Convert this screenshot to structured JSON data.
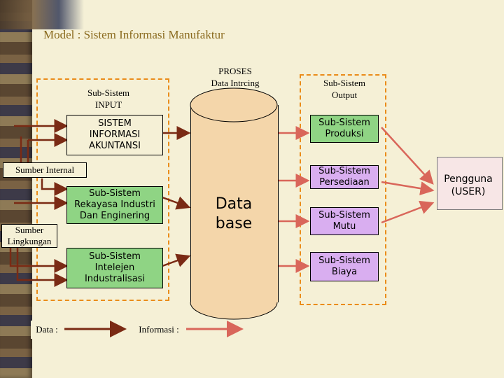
{
  "title": "Model : Sistem Informasi Manufaktur",
  "input_label": "Sub-Sistem\nINPUT",
  "process_label": "PROSES\nData Intrcing",
  "output_label": "Sub-Sistem\nOutput",
  "sia": "SISTEM\nINFORMASI\nAKUNTANSI",
  "sumber_internal": "Sumber Internal",
  "rekayasa": "Sub-Sistem\nRekayasa Industri\nDan Enginering",
  "sumber_lingkungan": "Sumber\nLingkungan",
  "intelejen": "Sub-Sistem\nIntelejen\nIndustralisasi",
  "database": "Data\nbase",
  "produksi": "Sub-Sistem\nProduksi",
  "persediaan": "Sub-Sistem\nPersediaan",
  "mutu": "Sub-Sistem\nMutu",
  "biaya": "Sub-Sistem\nBiaya",
  "user": "Pengguna\n(USER)",
  "legend_data": "Data :",
  "legend_info": "Informasi :",
  "colors": {
    "data_arrow": "#7a2a14",
    "info_arrow": "#d9665a",
    "green": "#8fd484",
    "lavender": "#d9aef0",
    "database": "#f4d6aa",
    "dashed": "#ea8c1a"
  }
}
